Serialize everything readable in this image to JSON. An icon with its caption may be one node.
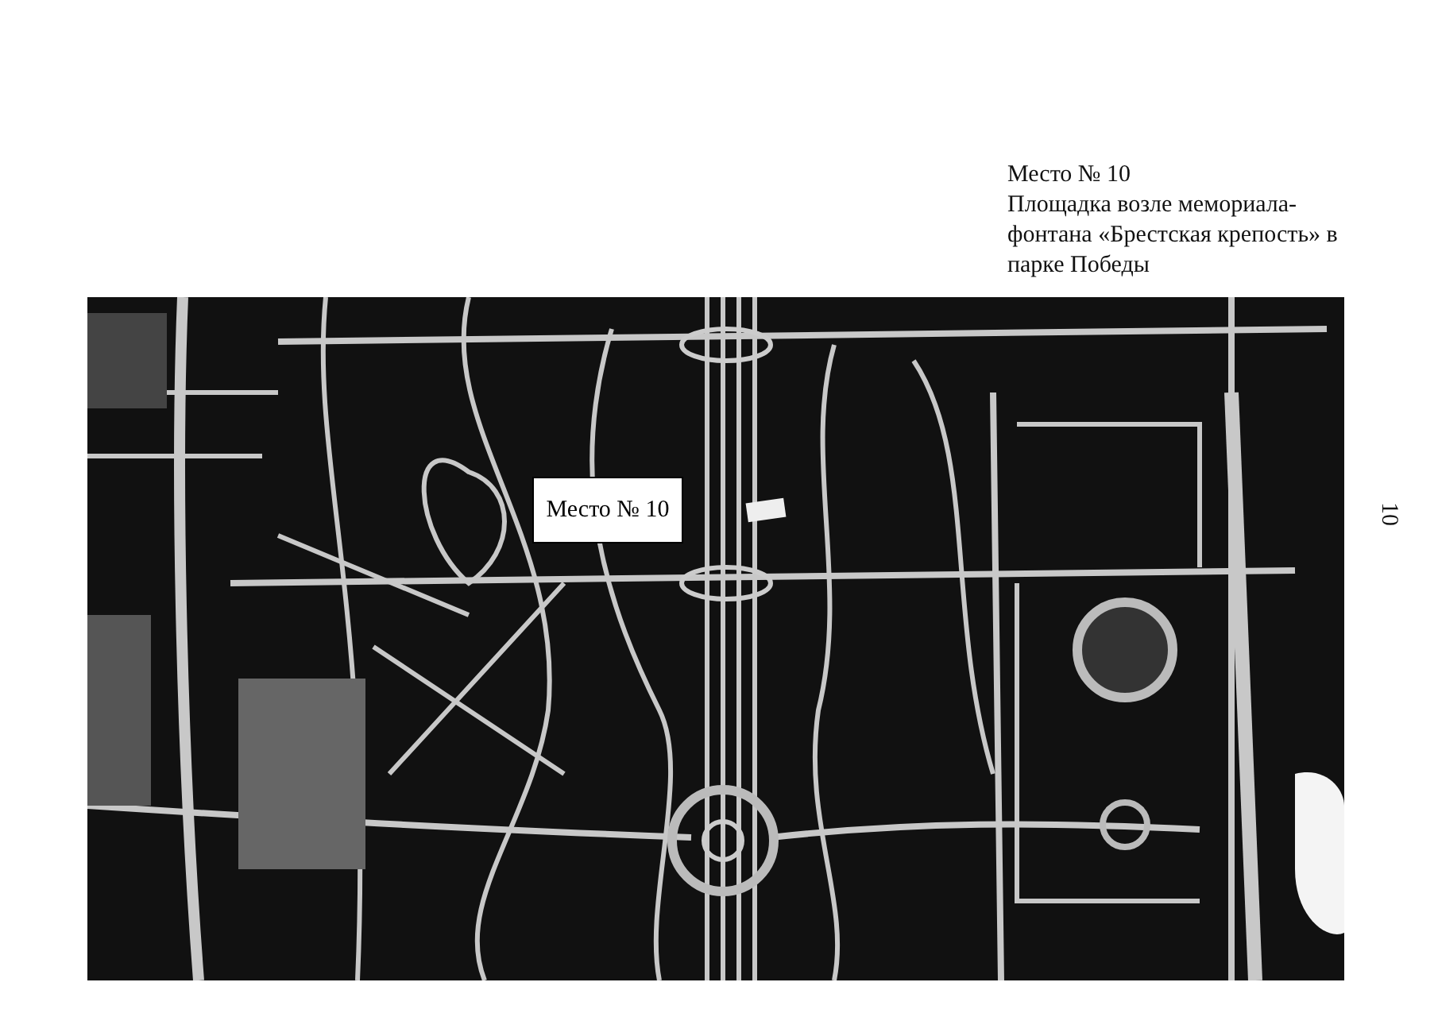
{
  "diagram": {
    "nodes": [
      {
        "text": [
          "Место № 10"
        ]
      }
    ],
    "labels": [
      "Место № 10",
      "Площадка возле мемориала-фонтана «Брестская крепость» в парке Победы",
      "10"
    ]
  }
}
